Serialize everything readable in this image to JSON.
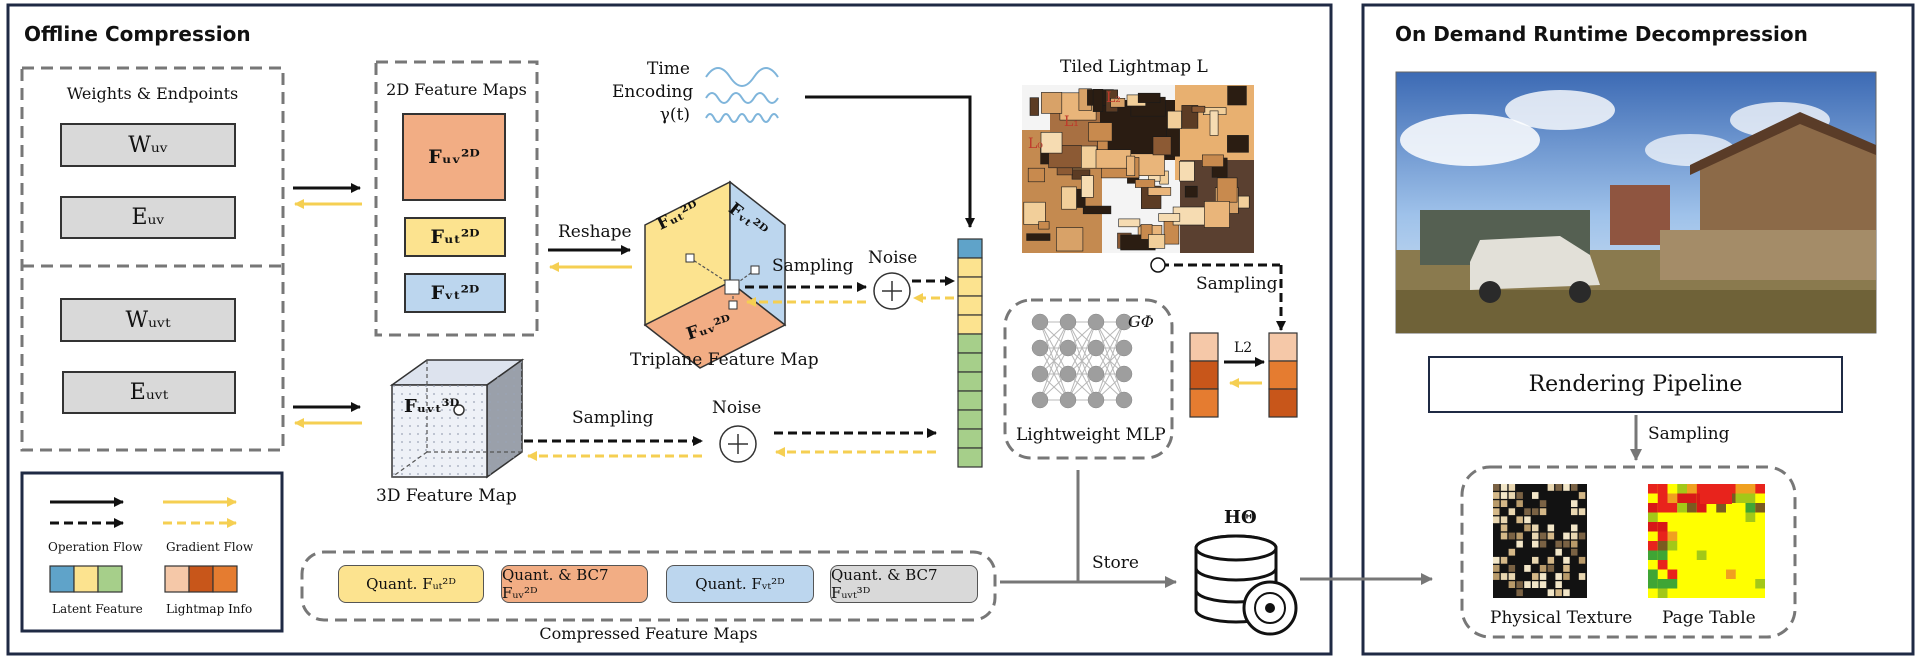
{
  "panels": {
    "offline_title": "Offline Compression",
    "runtime_title": "On Demand Runtime Decompression"
  },
  "weights": {
    "title": "Weights & Endpoints",
    "w_uv": "Wᵤᵥ",
    "e_uv": "Eᵤᵥ",
    "w_uvt": "Wᵤᵥₜ",
    "e_uvt": "Eᵤᵥₜ"
  },
  "feature_maps_2d": {
    "title": "2D Feature Maps",
    "f_uv": "Fᵤᵥ²ᴰ",
    "f_ut": "Fᵤₜ²ᴰ",
    "f_vt": "Fᵥₜ²ᴰ"
  },
  "triplane": {
    "caption": "Triplane Feature Map",
    "face_ut": "Fᵤₜ²ᴰ",
    "face_vt": "Fᵥₜ²ᴰ",
    "face_uv": "Fᵤᵥ²ᴰ"
  },
  "feature_map_3d": {
    "caption": "3D Feature Map",
    "face": "Fᵤᵥₜ³ᴰ"
  },
  "labels": {
    "reshape": "Reshape",
    "sampling": "Sampling",
    "noise": "Noise",
    "time_encoding": "Time\nEncoding\nγ(t)",
    "tiled_lightmap": "Tiled Lightmap L",
    "l0": "L₀",
    "l1": "L₁",
    "l2": "L₂",
    "mlp_symbol": "GΦ",
    "mlp": "Lightweight MLP",
    "loss": "L2",
    "store": "Store",
    "hash": "HΘ",
    "compressed": "Compressed Feature Maps"
  },
  "legend": {
    "operation_flow": "Operation Flow",
    "gradient_flow": "Gradient Flow",
    "latent_feature": "Latent Feature",
    "lightmap_info": "Lightmap Info"
  },
  "compressed_chips": [
    {
      "label": "Quant. Fᵤₜ²ᴰ",
      "color": "#fce38f"
    },
    {
      "label": "Quant. & BC7 Fᵤᵥ²ᴰ",
      "color": "#f2ad84"
    },
    {
      "label": "Quant. Fᵥₜ²ᴰ",
      "color": "#bcd6ee"
    },
    {
      "label": "Quant. & BC7 Fᵤᵥₜ³ᴰ",
      "color": "#d9d9d9"
    }
  ],
  "runtime": {
    "pipeline": "Rendering Pipeline",
    "sampling": "Sampling",
    "physical_texture": "Physical Texture",
    "page_table": "Page Table"
  },
  "colors": {
    "operation": "#111111",
    "gradient": "#f5cf52",
    "panel_border": "#1f2a44",
    "latent": [
      "#5fa3c9",
      "#fce38f",
      "#a6cf8a"
    ],
    "lightmap": [
      "#f5c8a8",
      "#c8561a",
      "#e57c30"
    ]
  }
}
